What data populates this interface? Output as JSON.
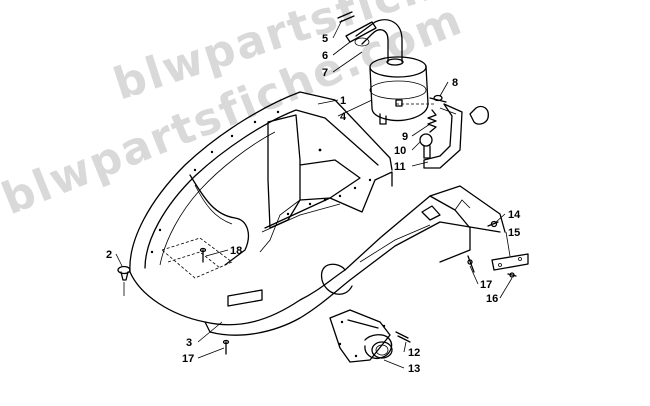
{
  "watermark": {
    "text1": "blwpartsfiche.com",
    "text2": "blwpartsfiche.com"
  },
  "callouts": [
    {
      "id": "c5",
      "label": "5"
    },
    {
      "id": "c6",
      "label": "6"
    },
    {
      "id": "c7",
      "label": "7"
    },
    {
      "id": "c8",
      "label": "8"
    },
    {
      "id": "c1",
      "label": "1"
    },
    {
      "id": "c4",
      "label": "4"
    },
    {
      "id": "c9",
      "label": "9"
    },
    {
      "id": "c10",
      "label": "10"
    },
    {
      "id": "c11",
      "label": "11"
    },
    {
      "id": "c14",
      "label": "14"
    },
    {
      "id": "c15",
      "label": "15"
    },
    {
      "id": "c18",
      "label": "18"
    },
    {
      "id": "c2",
      "label": "2"
    },
    {
      "id": "c17a",
      "label": "17"
    },
    {
      "id": "c16",
      "label": "16"
    },
    {
      "id": "c3",
      "label": "3"
    },
    {
      "id": "c17b",
      "label": "17"
    },
    {
      "id": "c12",
      "label": "12"
    },
    {
      "id": "c13",
      "label": "13"
    }
  ]
}
